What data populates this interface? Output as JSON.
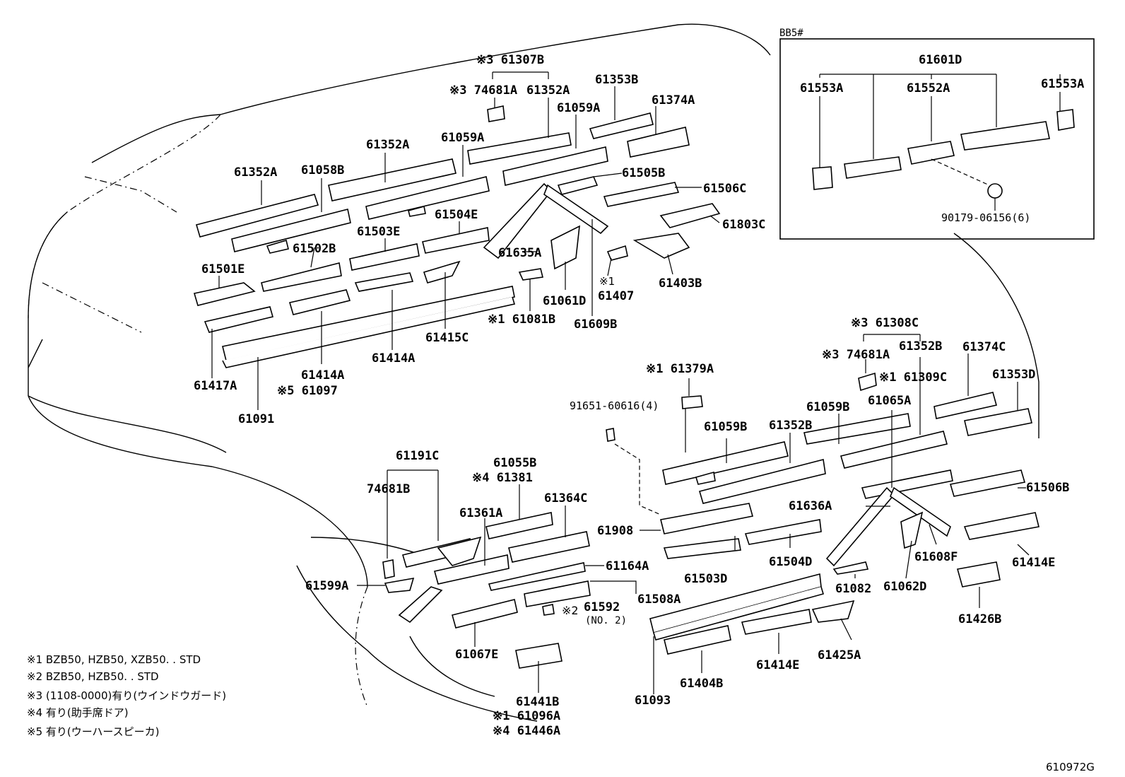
{
  "inset": {
    "title": "BB5#",
    "labels": [
      "61601D",
      "61553A",
      "61552A",
      "61553A",
      "90179-06156(6)"
    ]
  },
  "labels": {
    "l61307B": "※3 61307B",
    "l74681A_top": "※3 74681A",
    "l61352A_top": "61352A",
    "l61353B": "61353B",
    "l61374A": "61374A",
    "l61059A_top": "61059A",
    "l61352A_mid": "61352A",
    "l61059A_mid": "61059A",
    "l61352A_left": "61352A",
    "l61058B": "61058B",
    "l61505B": "61505B",
    "l61506C": "61506C",
    "l61504E": "61504E",
    "l61803C": "61803C",
    "l61503E": "61503E",
    "l61635A": "61635A",
    "l61502B": "61502B",
    "l61501E": "61501E",
    "l61061D": "61061D",
    "l61407_mark": "※1",
    "l61407": "61407",
    "l61403B": "61403B",
    "l61081B": "※1 61081B",
    "l61609B": "61609B",
    "l61415C": "61415C",
    "l61414A_a": "61414A",
    "l61414A_b": "61414A",
    "l61097": "※5 61097",
    "l61417A": "61417A",
    "l61091": "61091",
    "l61308C": "※3 61308C",
    "l74681A_right": "※3 74681A",
    "l61352B_top": "61352B",
    "l61374C": "61374C",
    "l61309C": "※1 61309C",
    "l61353D": "61353D",
    "l61379A": "※1 61379A",
    "l91651": "91651-60616(4)",
    "l61059B_a": "61059B",
    "l61065A": "61065A",
    "l61059B_b": "61059B",
    "l61352B_mid": "61352B",
    "l61506B": "61506B",
    "l61636A": "61636A",
    "l61191C": "61191C",
    "l61055B": "61055B",
    "l61381": "※4 61381",
    "l74681B": "74681B",
    "l61361A": "61361A",
    "l61364C": "61364C",
    "l61908": "61908",
    "l61164A": "61164A",
    "l61608F": "61608F",
    "l61414E_right": "61414E",
    "l61503D": "61503D",
    "l61504D": "61504D",
    "l61599A": "61599A",
    "l61082": "61082",
    "l61062D": "61062D",
    "l61508A": "61508A",
    "l61592_mark": "※2",
    "l61592": "61592",
    "l61592_sub": "(NO. 2)",
    "l61426B": "61426B",
    "l61067E": "61067E",
    "l61425A": "61425A",
    "l61414E_bottom": "61414E",
    "l61404B": "61404B",
    "l61093": "61093",
    "l61441B": "61441B",
    "l61096A": "※1 61096A",
    "l61446A": "※4 61446A"
  },
  "notes": [
    "※1  BZB50, HZB50, XZB50. . STD",
    "※2  BZB50, HZB50. . STD",
    "※3  (1108-0000)有り(ウインドウガード)",
    "※4  有り(助手席ドア)",
    "※5  有り(ウーハースピーカ)"
  ],
  "figure_code": "610972G"
}
